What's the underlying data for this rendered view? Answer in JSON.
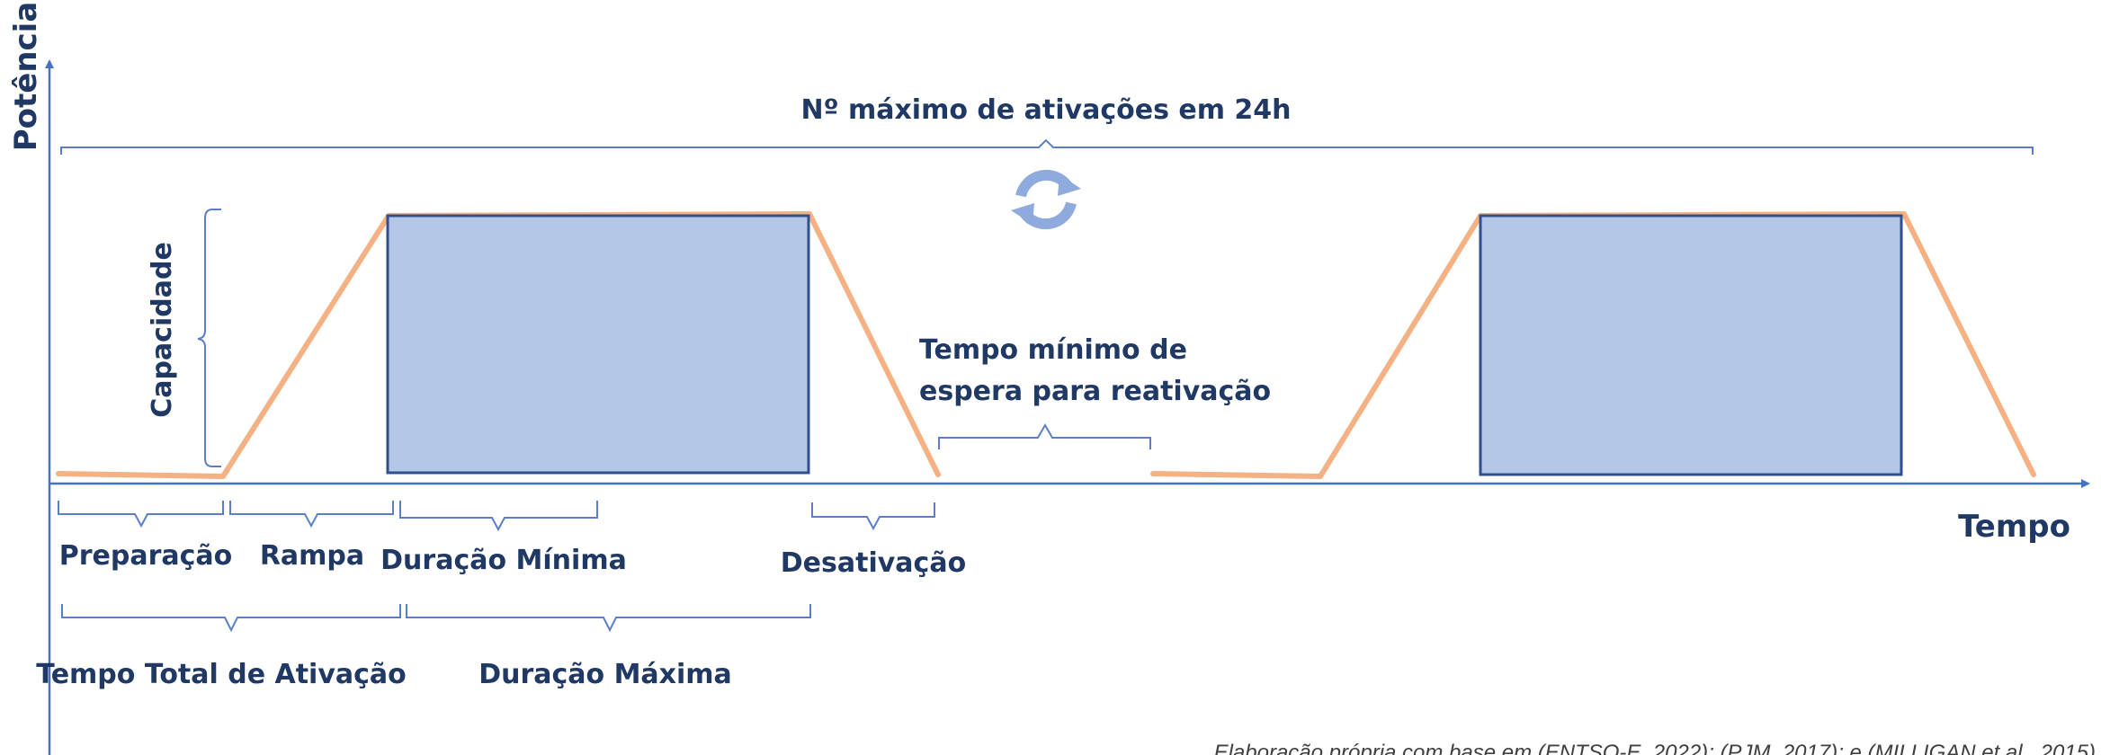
{
  "diagram": {
    "y_axis_label": "Potência",
    "x_axis_label": "Tempo",
    "top_label": "Nº máximo de ativações em 24h",
    "capacity_label": "Capacidade",
    "wait_label_line1": "Tempo mínimo de",
    "wait_label_line2": "espera para reativação",
    "preparation_label": "Preparação",
    "ramp_label": "Rampa",
    "min_duration_label": "Duração Mínima",
    "deactivation_label": "Desativação",
    "total_activation_label": "Tempo Total de Ativação",
    "max_duration_label": "Duração Máxima",
    "source_note": "Elaboração própria com base em (ENTSO-E, 2022); (PJM, 2017); e (MILLIGAN et al., 2015)",
    "icons": [
      "refresh-icon"
    ],
    "colors": {
      "profile": "#f4b183",
      "block_fill": "#b4c7e7",
      "block_border": "#2f4f8f",
      "axis": "#4472c4",
      "text": "#1f3864"
    }
  }
}
